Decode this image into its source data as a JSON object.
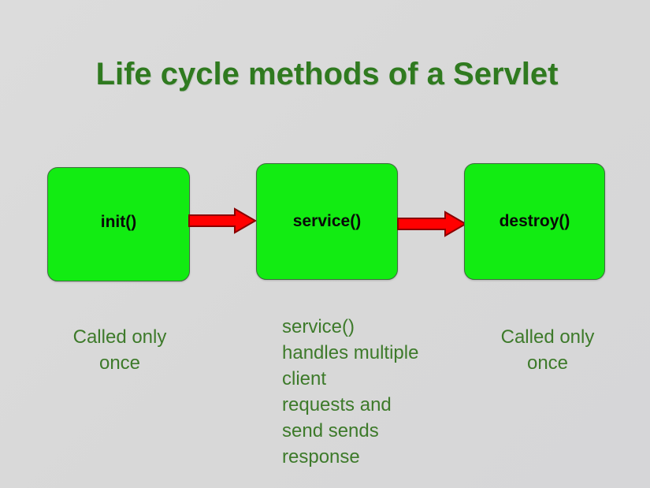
{
  "slide": {
    "title": "Life cycle methods of a Servlet",
    "background_color": "#dadada",
    "title_color": "#2f7a1f",
    "box_fill_color": "#12ec12",
    "box_border_color": "#3f6b3f",
    "arrow_color": "#ff0000",
    "arrow_outline_color": "#8a0000",
    "caption_color": "#3d7a2a",
    "label_color": "#080808"
  },
  "nodes": [
    {
      "id": "init",
      "label": "init()"
    },
    {
      "id": "service",
      "label": "service()"
    },
    {
      "id": "destroy",
      "label": "destroy()"
    }
  ],
  "arrows": [
    {
      "id": "init-to-service",
      "from": "init",
      "to": "service",
      "direction": "right"
    },
    {
      "id": "service-to-destroy",
      "from": "service",
      "to": "destroy",
      "direction": "right"
    }
  ],
  "captions": {
    "init": "Called only\nonce",
    "service": "service()\nhandles multiple\nclient\nrequests and\nsend sends\nresponse",
    "destroy": "Called only\nonce"
  }
}
